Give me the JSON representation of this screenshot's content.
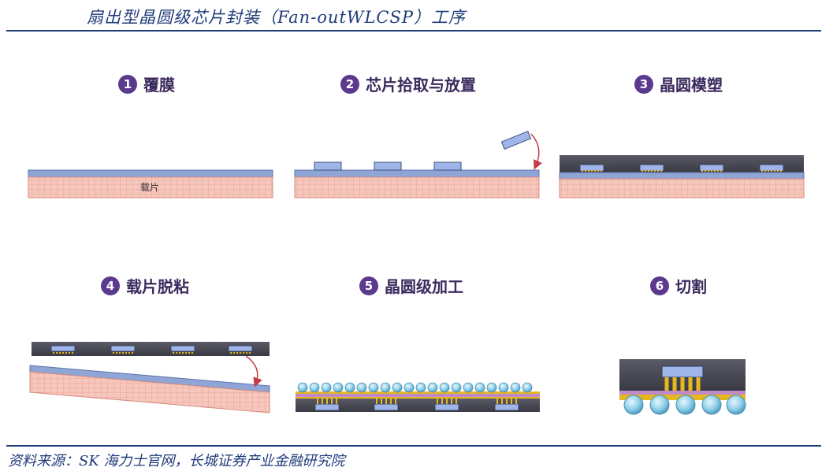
{
  "header": {
    "title": "扇出型晶圆级芯片封装（Fan-outWLCSP）工序"
  },
  "steps": [
    {
      "number": "1",
      "label": "覆膜"
    },
    {
      "number": "2",
      "label": "芯片拾取与放置"
    },
    {
      "number": "3",
      "label": "晶圆模塑"
    },
    {
      "number": "4",
      "label": "载片脱粘"
    },
    {
      "number": "5",
      "label": "晶圆级加工"
    },
    {
      "number": "6",
      "label": "切割"
    }
  ],
  "carrier_label": "载片",
  "footer": {
    "source": "资料来源：SK 海力士官网，长城证券产业金融研究院"
  },
  "colors": {
    "accent": "#1f3b7a",
    "step_badge": "#5b3a8e",
    "carrier": "#f6c7bd",
    "film": "#8fa5d6",
    "mold": "#4a4a55",
    "chip": "#9fb4e8",
    "bump": "#e6b820",
    "solder_ball": "#8fd0ea"
  }
}
